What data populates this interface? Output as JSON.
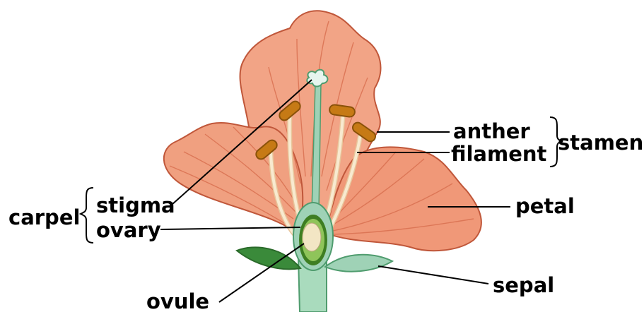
{
  "labels": {
    "anther": "anther",
    "filament": "filament",
    "stamen": "stamen",
    "petal": "petal",
    "sepal": "sepal",
    "carpel": "carpel",
    "stigma": "stigma",
    "ovary": "ovary",
    "ovule": "ovule"
  },
  "colors": {
    "petal_fill": "#f2a486",
    "petal_vein": "#d86e4e",
    "petal_edge": "#c0573a",
    "pistil_green": "#9fd2b6",
    "sepal_green": "#3a8a3a",
    "anther_orange": "#c67a15",
    "filament_cream": "#f4dcb8",
    "ovary_green": "#8fc45a",
    "ovule_cream": "#f3e6c4"
  }
}
